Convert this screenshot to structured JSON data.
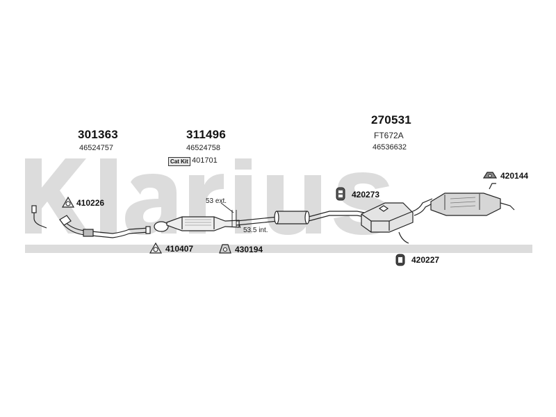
{
  "brand": {
    "watermark": "Klarius",
    "color": "#d9d9d9"
  },
  "assemblies": [
    {
      "part": "301363",
      "oem": "46524757"
    },
    {
      "part": "311496",
      "oem": "46524758",
      "cat_kit_label": "Cat Kit",
      "cat_kit_number": "401701"
    },
    {
      "part": "270531",
      "alt": "FT672A",
      "oem": "46536632"
    }
  ],
  "fittings": {
    "f410226": "410226",
    "f410407": "410407",
    "f430194": "430194",
    "f420273": "420273",
    "f420227": "420227",
    "f420144": "420144"
  },
  "dimensions": {
    "ext": "53 ext.",
    "int": "53.5 int."
  }
}
